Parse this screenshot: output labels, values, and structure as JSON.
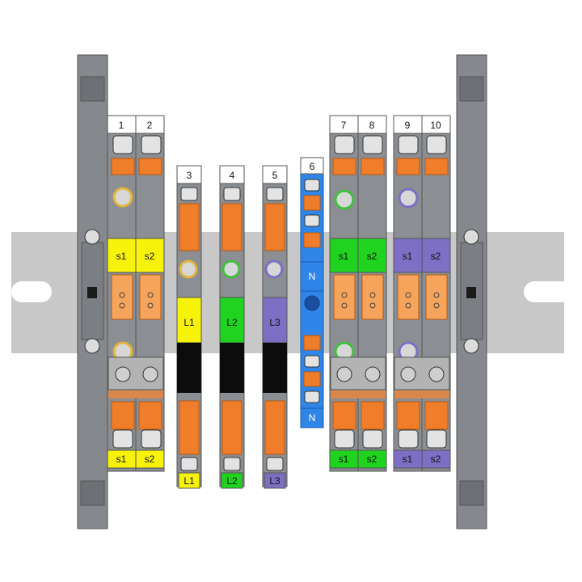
{
  "colors": {
    "rail": "#c7c7c7",
    "housing": "#8a8d91",
    "housing_dark": "#5e6166",
    "orange": "#ef7d2a",
    "orange_dark": "#c95f14",
    "yellow": "#f7f20a",
    "green": "#1fd31f",
    "violet": "#7c6fc4",
    "blue": "#2f86e8",
    "black": "#0c0c0c",
    "white": "#ffffff"
  },
  "terminals": {
    "t1": {
      "number": "1",
      "top_label": "s1",
      "bottom_label": "s1"
    },
    "t2": {
      "number": "2",
      "top_label": "s2",
      "bottom_label": "s2"
    },
    "t3": {
      "number": "3",
      "center_label": "L1",
      "bottom_label": "L1"
    },
    "t4": {
      "number": "4",
      "center_label": "L2",
      "bottom_label": "L2"
    },
    "t5": {
      "number": "5",
      "center_label": "L3",
      "bottom_label": "L3"
    },
    "t6": {
      "number": "6",
      "upper_label": "N",
      "lower_label": "N"
    },
    "t7": {
      "number": "7",
      "top_label": "s1",
      "bottom_label": "s1"
    },
    "t8": {
      "number": "8",
      "top_label": "s2",
      "bottom_label": "s2"
    },
    "t9": {
      "number": "9",
      "top_label": "s1",
      "bottom_label": "s1"
    },
    "t10": {
      "number": "10",
      "top_label": "s2",
      "bottom_label": "s2"
    }
  }
}
